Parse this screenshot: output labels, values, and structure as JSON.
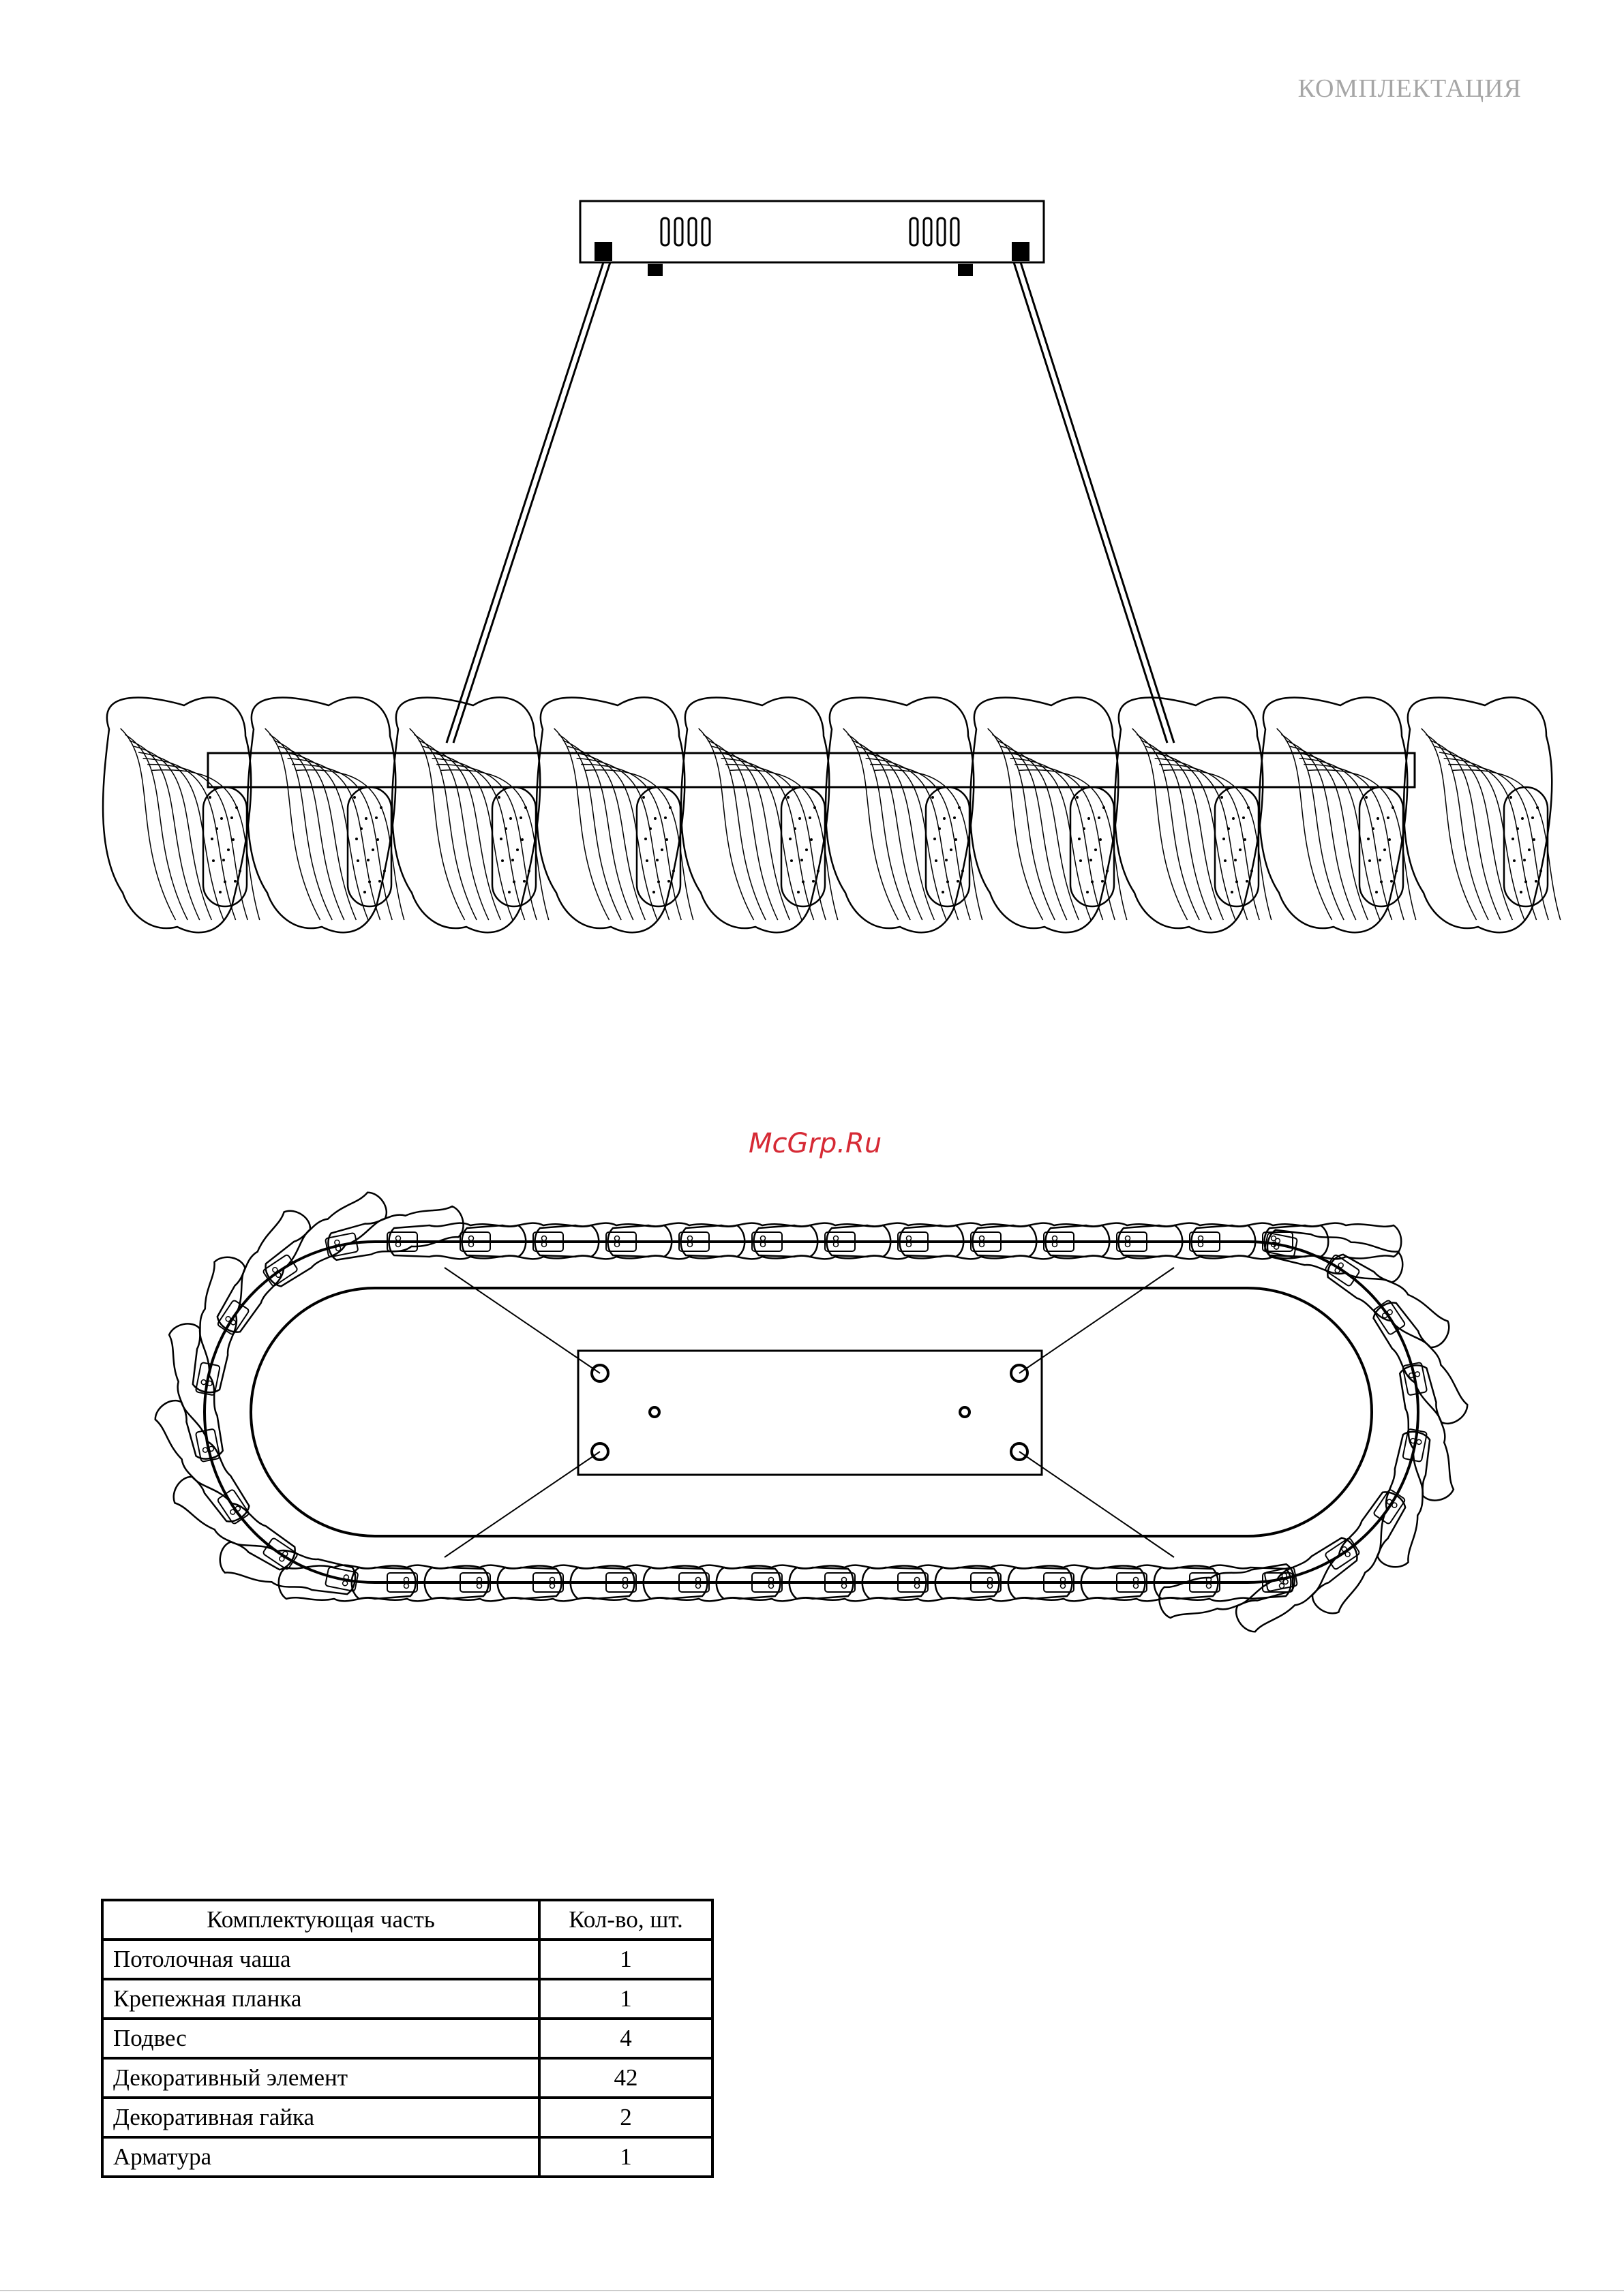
{
  "header": {
    "title": "КОМПЛЕКТАЦИЯ"
  },
  "watermark": {
    "text": "McGrp.Ru"
  },
  "parts_table": {
    "headers": [
      "Комплектующая часть",
      "Кол-во, шт."
    ],
    "rows": [
      {
        "name": "Потолочная чаша",
        "qty": "1"
      },
      {
        "name": "Крепежная планка",
        "qty": "1"
      },
      {
        "name": "Подвес",
        "qty": "4"
      },
      {
        "name": "Декоративный элемент",
        "qty": "42"
      },
      {
        "name": "Декоративная гайка",
        "qty": "2"
      },
      {
        "name": "Арматура",
        "qty": "1"
      }
    ]
  }
}
